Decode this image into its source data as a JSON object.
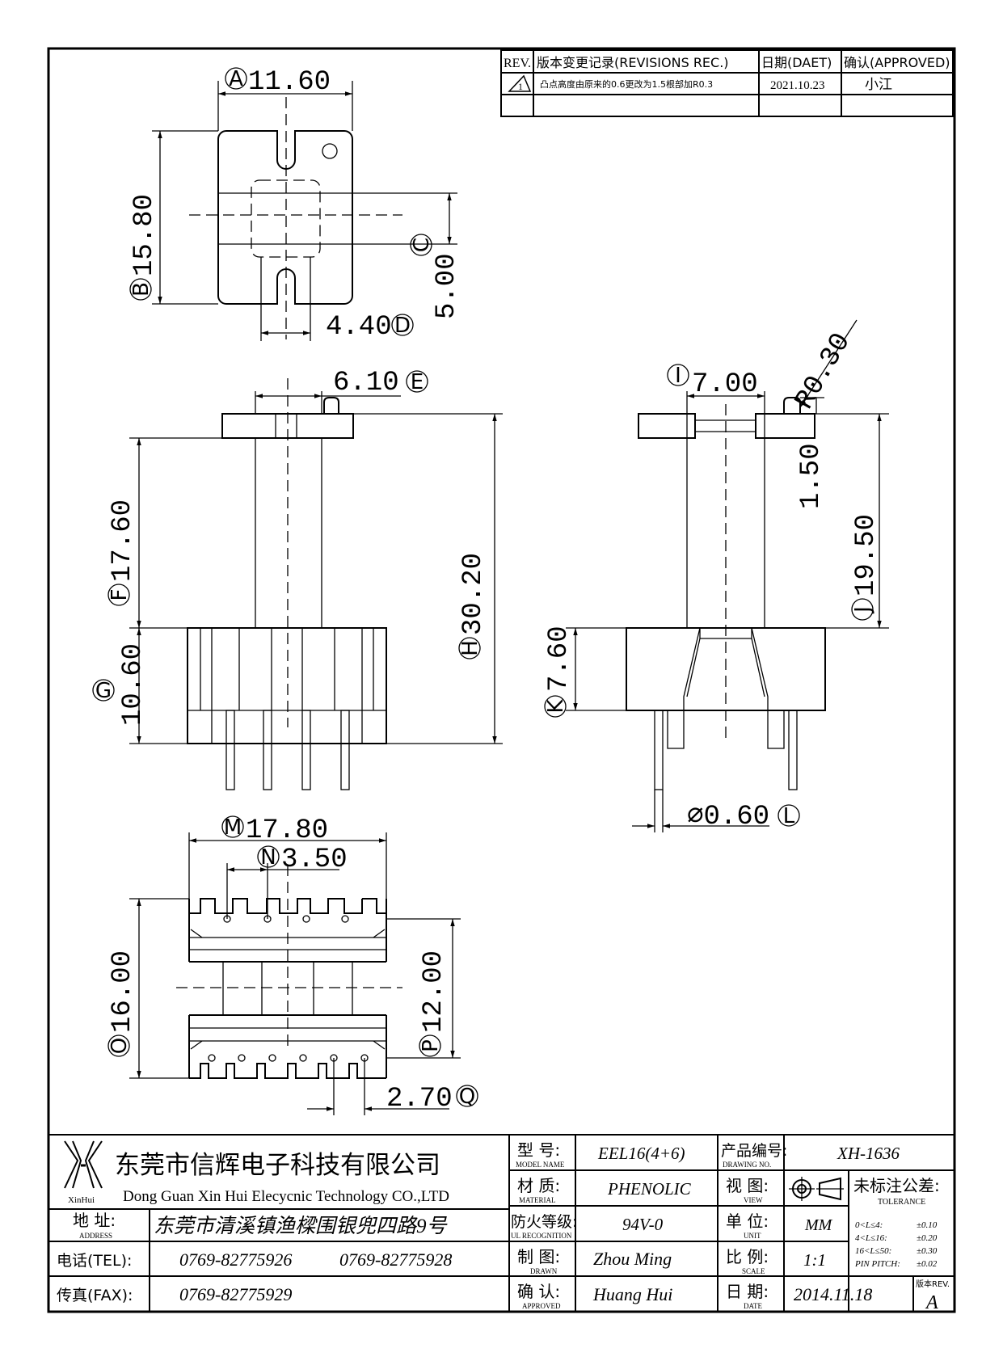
{
  "revision_block": {
    "headers": {
      "rev": "REV.",
      "record": "版本变更记录(REVISIONS REC.)",
      "date": "日期(DAET)",
      "approved": "确认(APPROVED)"
    },
    "rows": [
      {
        "rev": "1",
        "record": "凸点高度由原来的0.6更改为1.5根部加R0.3",
        "date": "2021.10.23",
        "approved": "小江"
      }
    ]
  },
  "dimensions": {
    "A": {
      "letter": "A",
      "value": "11.60"
    },
    "B": {
      "letter": "B",
      "value": "15.80"
    },
    "C": {
      "letter": "C",
      "value": "5.00"
    },
    "D": {
      "letter": "D",
      "value": "4.40"
    },
    "E": {
      "letter": "E",
      "value": "6.10"
    },
    "F": {
      "letter": "F",
      "value": "17.60"
    },
    "G": {
      "letter": "G",
      "value": "10.60"
    },
    "H": {
      "letter": "H",
      "value": "30.20"
    },
    "I": {
      "letter": "I",
      "value": "7.00"
    },
    "R": {
      "value": "R0.30"
    },
    "S": {
      "value": "1.50"
    },
    "J": {
      "letter": "J",
      "value": "19.50"
    },
    "K": {
      "letter": "K",
      "value": "7.60"
    },
    "L": {
      "letter": "L",
      "value": "⌀0.60"
    },
    "M": {
      "letter": "M",
      "value": "17.80"
    },
    "N": {
      "letter": "N",
      "value": "3.50"
    },
    "O": {
      "letter": "O",
      "value": "16.00"
    },
    "P": {
      "letter": "P",
      "value": "12.00"
    },
    "Q": {
      "letter": "Q",
      "value": "2.70"
    }
  },
  "title_block": {
    "company_cn": "东莞市信辉电子科技有限公司",
    "company_en": "Dong Guan Xin Hui Elecycnic Technology CO.,LTD",
    "logo_text": "XinHui",
    "address_label": "地  址:",
    "address_label_en": "ADDRESS",
    "address": "东莞市清溪镇渔樑围银兜四路9号",
    "tel_label": "电话(TEL):",
    "tel_1": "0769-82775926",
    "tel_2": "0769-82775928",
    "fax_label": "传真(FAX):",
    "fax": "0769-82775929",
    "model_label": "型  号:",
    "model_label_en": "MODEL NAME",
    "model": "EEL16(4+6)",
    "material_label": "材  质:",
    "material_label_en": "MATERIAL",
    "material": "PHENOLIC",
    "ul_label": "防火等级:",
    "ul_label_en": "UL RECOGNITION",
    "ul": "94V-0",
    "drawn_label": "制  图:",
    "drawn_label_en": "DRAWN",
    "drawn": "Zhou Ming",
    "approved_label": "确  认:",
    "approved_label_en": "APPROVED",
    "approved": "Huang Hui",
    "drawing_no_label": "产品编号:",
    "drawing_no_label_en": "DRAWING NO.",
    "drawing_no": "XH-1636",
    "view_label": "视  图:",
    "view_label_en": "VIEW",
    "unit_label": "单  位:",
    "unit_label_en": "UNIT",
    "unit": "MM",
    "scale_label": "比  例:",
    "scale_label_en": "SCALE",
    "scale": "1:1",
    "date_label": "日  期:",
    "date_label_en": "DATE",
    "date": "2014.11.18",
    "tolerance_title": "未标注公差:",
    "tolerance_title_en": "TOLERANCE",
    "tolerances": [
      {
        "range": "0<L≤4:",
        "value": "±0.10"
      },
      {
        "range": "4<L≤16:",
        "value": "±0.20"
      },
      {
        "range": "16<L≤50:",
        "value": "±0.30"
      },
      {
        "range": "PIN PITCH:",
        "value": "±0.02"
      }
    ],
    "rev_label": "版本REV.",
    "rev": "A"
  }
}
